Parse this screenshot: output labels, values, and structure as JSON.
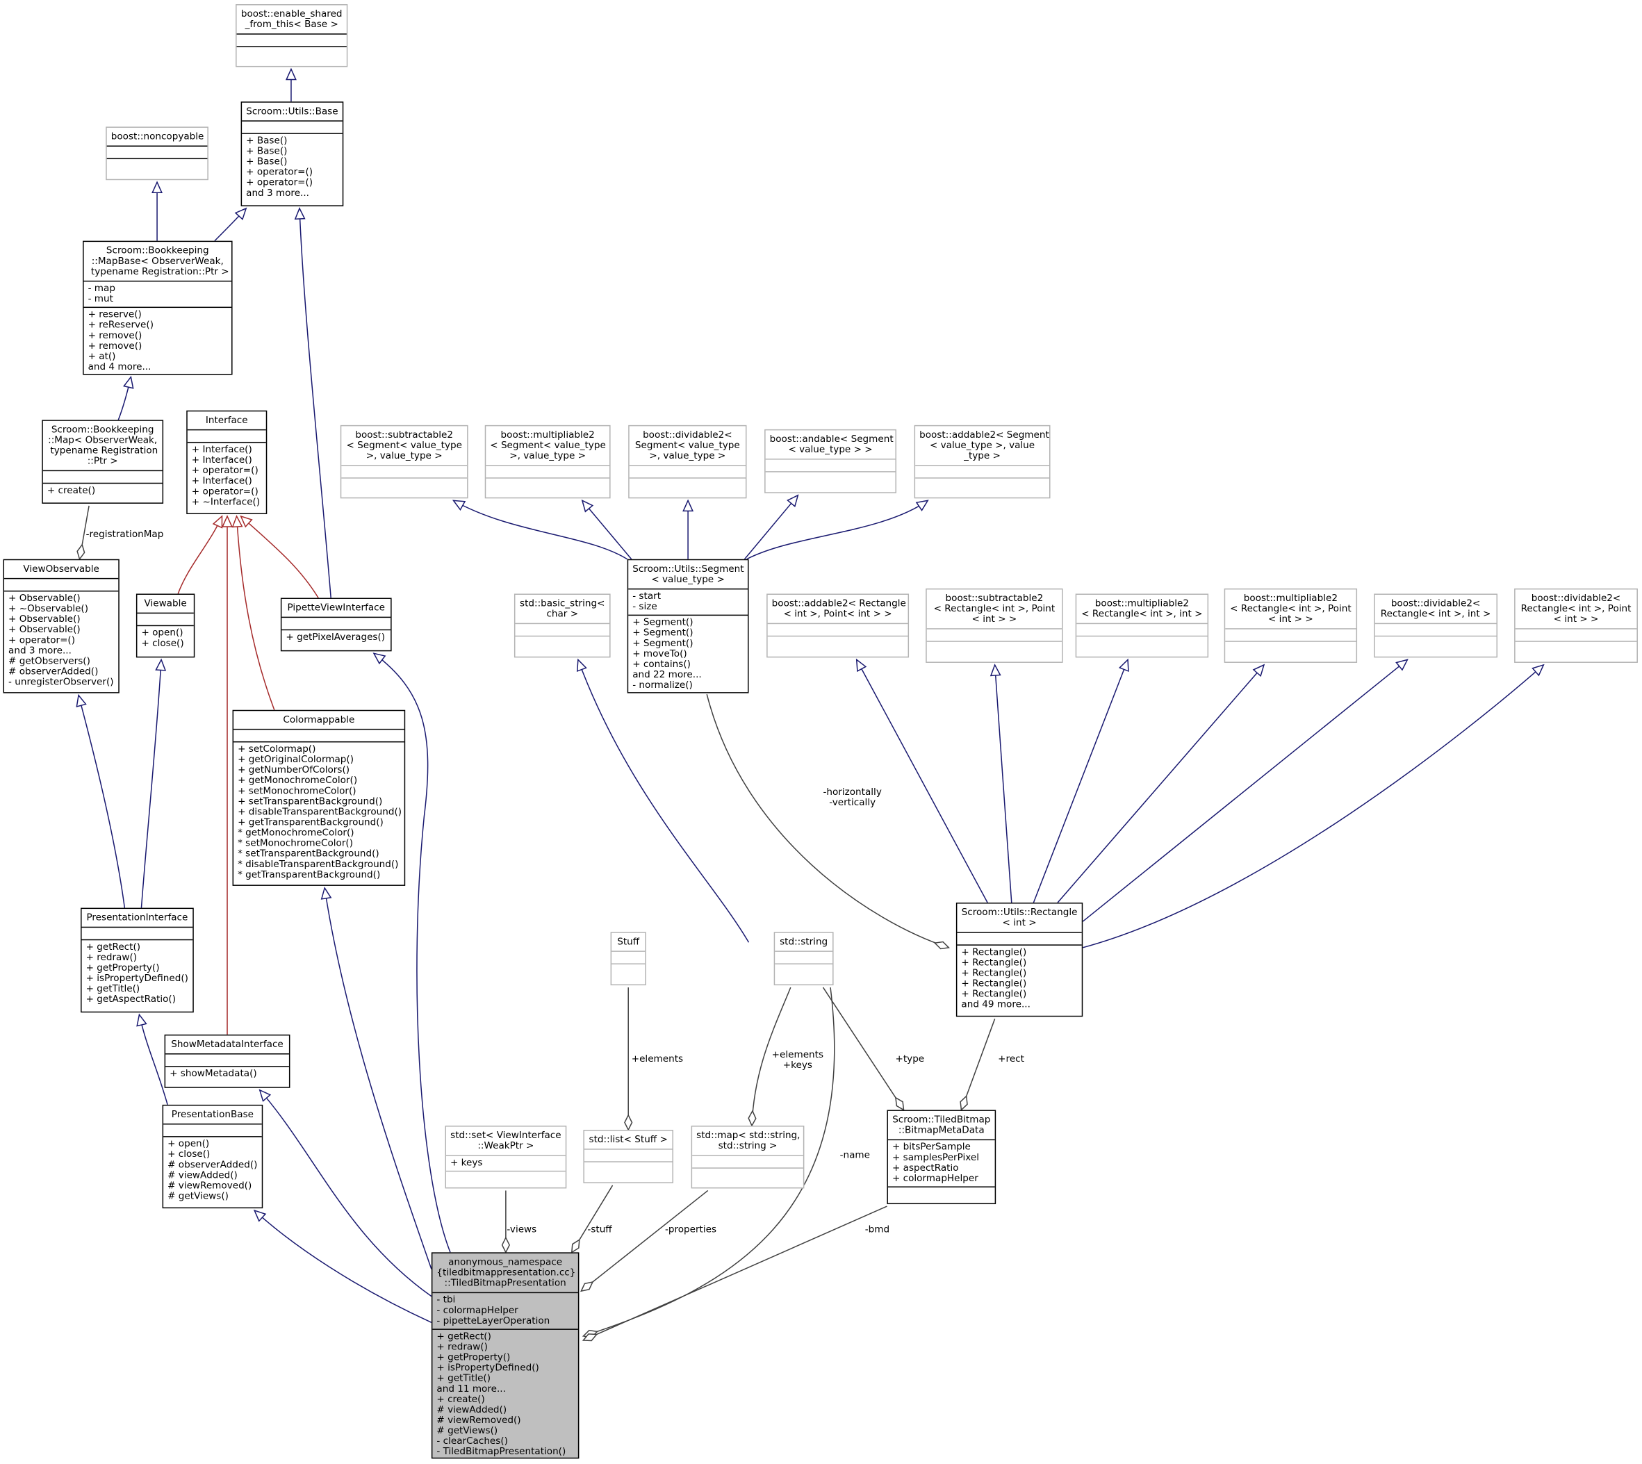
{
  "nodes": [
    {
      "id": "enable_shared",
      "title": [
        "boost::enable_shared",
        "_from_this< Base >"
      ],
      "attrs": [],
      "ops": [],
      "external": true
    },
    {
      "id": "utils_base",
      "title": [
        "Scroom::Utils::Base"
      ],
      "attrs": [],
      "ops": [
        "+ Base()",
        "+ Base()",
        "+ Base()",
        "+ operator=()",
        "+ operator=()",
        "and 3 more..."
      ]
    },
    {
      "id": "noncopyable",
      "title": [
        "boost::noncopyable"
      ],
      "attrs": [],
      "ops": [],
      "external": true
    },
    {
      "id": "mapbase",
      "title": [
        "Scroom::Bookkeeping",
        "::MapBase< ObserverWeak,",
        " typename Registration::Ptr >"
      ],
      "attrs": [
        "- map",
        "- mut"
      ],
      "ops": [
        "+ reserve()",
        "+ reReserve()",
        "+ remove()",
        "+ remove()",
        "+ at()",
        "and 4 more..."
      ]
    },
    {
      "id": "bk_map",
      "title": [
        "Scroom::Bookkeeping",
        "::Map< ObserverWeak,",
        " typename Registration",
        "::Ptr >"
      ],
      "attrs": [],
      "ops": [
        "+ create()"
      ]
    },
    {
      "id": "interface",
      "title": [
        "Interface"
      ],
      "attrs": [],
      "ops": [
        "+ Interface()",
        "+ Interface()",
        "+ operator=()",
        "+ Interface()",
        "+ operator=()",
        "+ ~Interface()"
      ]
    },
    {
      "id": "view_observable",
      "title": [
        "ViewObservable"
      ],
      "attrs": [],
      "ops": [
        "+ Observable()",
        "+ ~Observable()",
        "+ Observable()",
        "+ Observable()",
        "+ operator=()",
        "and 3 more...",
        "# getObservers()",
        "# observerAdded()",
        "- unregisterObserver()"
      ]
    },
    {
      "id": "viewable",
      "title": [
        "Viewable"
      ],
      "attrs": [],
      "ops": [
        "+ open()",
        "+ close()"
      ]
    },
    {
      "id": "pipette_vi",
      "title": [
        "PipetteViewInterface"
      ],
      "attrs": [],
      "ops": [
        "+ getPixelAverages()"
      ]
    },
    {
      "id": "colormappable",
      "title": [
        "Colormappable"
      ],
      "attrs": [],
      "ops": [
        "+ setColormap()",
        "+ getOriginalColormap()",
        "+ getNumberOfColors()",
        "+ getMonochromeColor()",
        "+ setMonochromeColor()",
        "+ setTransparentBackground()",
        "+ disableTransparentBackground()",
        "+ getTransparentBackground()",
        "* getMonochromeColor()",
        "* setMonochromeColor()",
        "* setTransparentBackground()",
        "* disableTransparentBackground()",
        "* getTransparentBackground()"
      ]
    },
    {
      "id": "presentation_if",
      "title": [
        "PresentationInterface"
      ],
      "attrs": [],
      "ops": [
        "+ getRect()",
        "+ redraw()",
        "+ getProperty()",
        "+ isPropertyDefined()",
        "+ getTitle()",
        "+ getAspectRatio()"
      ]
    },
    {
      "id": "show_meta",
      "title": [
        "ShowMetadataInterface"
      ],
      "attrs": [],
      "ops": [
        "+ showMetadata()"
      ]
    },
    {
      "id": "presentation_base",
      "title": [
        "PresentationBase"
      ],
      "attrs": [],
      "ops": [
        "+ open()",
        "+ close()",
        "# observerAdded()",
        "# viewAdded()",
        "# viewRemoved()",
        "# getViews()"
      ]
    },
    {
      "id": "sub2_seg",
      "title": [
        "boost::subtractable2",
        "< Segment< value_type",
        ">, value_type >"
      ],
      "attrs": [],
      "ops": [],
      "external": true
    },
    {
      "id": "mul2_seg",
      "title": [
        "boost::multipliable2",
        "< Segment< value_type",
        ">, value_type >"
      ],
      "attrs": [],
      "ops": [],
      "external": true
    },
    {
      "id": "div2_seg",
      "title": [
        "boost::dividable2<",
        "Segment< value_type",
        ">, value_type >"
      ],
      "attrs": [],
      "ops": [],
      "external": true
    },
    {
      "id": "and_seg",
      "title": [
        "boost::andable< Segment",
        "< value_type > >"
      ],
      "attrs": [],
      "ops": [],
      "external": true
    },
    {
      "id": "add2_seg",
      "title": [
        "boost::addable2< Segment",
        "< value_type >, value",
        "_type >"
      ],
      "attrs": [],
      "ops": [],
      "external": true
    },
    {
      "id": "segment",
      "title": [
        "Scroom::Utils::Segment",
        "< value_type >"
      ],
      "attrs": [
        "- start",
        "- size"
      ],
      "ops": [
        "+ Segment()",
        "+ Segment()",
        "+ Segment()",
        "+ moveTo()",
        "+ contains()",
        "and 22 more...",
        "- normalize()"
      ]
    },
    {
      "id": "basic_string",
      "title": [
        "std::basic_string<",
        "char >"
      ],
      "attrs": [],
      "ops": [],
      "external": true
    },
    {
      "id": "add2_rect",
      "title": [
        "boost::addable2< Rectangle",
        "< int >, Point< int > >"
      ],
      "attrs": [],
      "ops": [],
      "external": true
    },
    {
      "id": "sub2_rect",
      "title": [
        "boost::subtractable2",
        "< Rectangle< int >, Point",
        "< int > >"
      ],
      "attrs": [],
      "ops": [],
      "external": true
    },
    {
      "id": "mul2_rect_int",
      "title": [
        "boost::multipliable2",
        "< Rectangle< int >, int >"
      ],
      "attrs": [],
      "ops": [],
      "external": true
    },
    {
      "id": "mul2_rect_pt",
      "title": [
        "boost::multipliable2",
        "< Rectangle< int >, Point",
        "< int > >"
      ],
      "attrs": [],
      "ops": [],
      "external": true
    },
    {
      "id": "div2_rect_int",
      "title": [
        "boost::dividable2<",
        "Rectangle< int >, int >"
      ],
      "attrs": [],
      "ops": [],
      "external": true
    },
    {
      "id": "div2_rect_pt",
      "title": [
        "boost::dividable2<",
        "Rectangle< int >, Point",
        "< int > >"
      ],
      "attrs": [],
      "ops": [],
      "external": true
    },
    {
      "id": "rectangle",
      "title": [
        "Scroom::Utils::Rectangle",
        "< int >"
      ],
      "attrs": [],
      "ops": [
        "+ Rectangle()",
        "+ Rectangle()",
        "+ Rectangle()",
        "+ Rectangle()",
        "+ Rectangle()",
        "and 49 more..."
      ]
    },
    {
      "id": "stuff",
      "title": [
        "Stuff"
      ],
      "attrs": [],
      "ops": [],
      "external": true
    },
    {
      "id": "std_string",
      "title": [
        "std::string"
      ],
      "attrs": [],
      "ops": [],
      "external": true
    },
    {
      "id": "std_set",
      "title": [
        "std::set< ViewInterface",
        "::WeakPtr >"
      ],
      "attrs": [
        "+ keys"
      ],
      "ops": [],
      "external": true
    },
    {
      "id": "std_list",
      "title": [
        "std::list< Stuff >"
      ],
      "attrs": [],
      "ops": [],
      "external": true
    },
    {
      "id": "std_map",
      "title": [
        "std::map< std::string,",
        "std::string >"
      ],
      "attrs": [],
      "ops": [],
      "external": true
    },
    {
      "id": "bitmap_meta",
      "title": [
        "Scroom::TiledBitmap",
        "::BitmapMetaData"
      ],
      "attrs": [
        "+ bitsPerSample",
        "+ samplesPerPixel",
        "+ aspectRatio",
        "+ colormapHelper"
      ],
      "ops": []
    },
    {
      "id": "main",
      "title": [
        "anonymous_namespace",
        "{tiledbitmappresentation.cc}",
        "::TiledBitmapPresentation"
      ],
      "attrs": [
        "- tbi",
        "- colormapHelper",
        "- pipetteLayerOperation"
      ],
      "ops": [
        "+ getRect()",
        "+ redraw()",
        "+ getProperty()",
        "+ isPropertyDefined()",
        "+ getTitle()",
        "and 11 more...",
        "+ create()",
        "# viewAdded()",
        "# viewRemoved()",
        "# getViews()",
        "- clearCaches()",
        "- TiledBitmapPresentation()"
      ],
      "main": true
    }
  ],
  "edge_labels": {
    "registrationMap": "-registrationMap",
    "horizontally": "-horizontally\n-vertically",
    "elements_stuff": "+elements",
    "elements_keys": "+elements\n+keys",
    "type": "+type",
    "rect": "+rect",
    "name": "-name",
    "views": "-views",
    "stuff": "-stuff",
    "properties": "-properties",
    "bmd": "-bmd"
  },
  "colors": {
    "inheritance": "#191970",
    "interface_inheritance": "#a52a2a",
    "association": "#404040",
    "external_border": "#b3b3b3",
    "main_fill": "#bfbfbf"
  }
}
